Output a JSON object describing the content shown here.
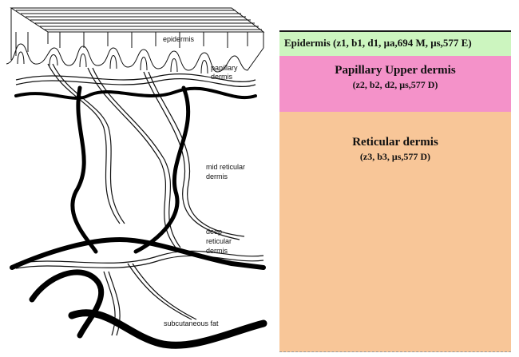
{
  "illustration": {
    "labels": {
      "epidermis": "epidermis",
      "papillary_line1": "papillary",
      "papillary_line2": "dermis",
      "mid_reticular_line1": "mid reticular",
      "mid_reticular_line2": "dermis",
      "deep_reticular_line1": "deep",
      "deep_reticular_line2": "reticular",
      "deep_reticular_line3": "dermis",
      "subcutaneous": "subcutaneous fat"
    }
  },
  "layers": {
    "epidermis": {
      "name": "Epidermis (z1, b1, d1, μa,694 M, μs,577 E)",
      "color": "#ccf5bf"
    },
    "papillary": {
      "name": "Papillary Upper dermis",
      "params": "(z2, b2, d2, μs,577 D)",
      "color": "#f492c9"
    },
    "reticular": {
      "name": "Reticular dermis",
      "params": "(z3, b3, μs,577 D)",
      "color": "#f8c698"
    }
  }
}
